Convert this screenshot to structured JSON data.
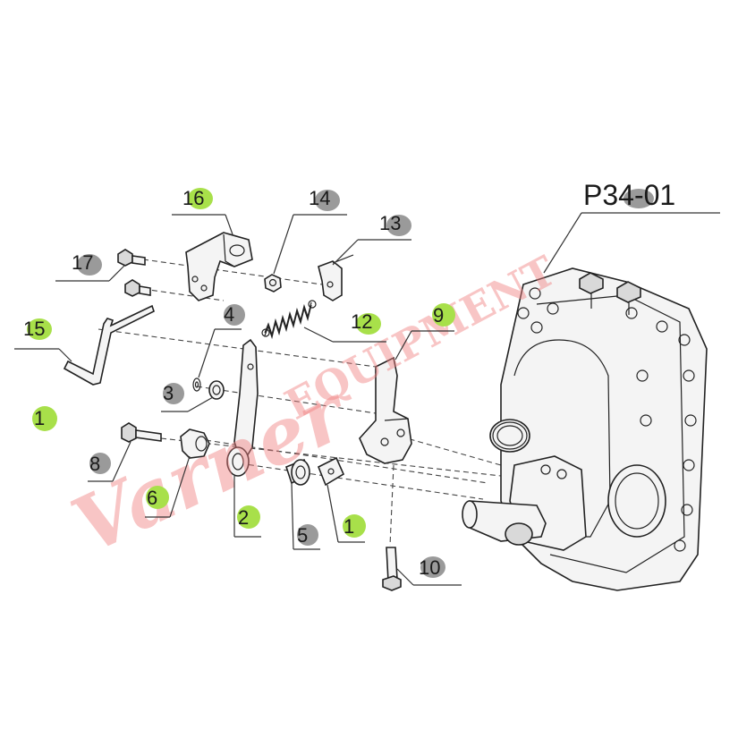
{
  "diagram": {
    "code": "P34-01",
    "watermark": {
      "script": "Varner",
      "block": "EQUIPMENT",
      "color": "#f08080"
    },
    "badge_colors": {
      "green": "#a8e04a",
      "gray": "#9a9a9a"
    },
    "callouts": [
      {
        "id": "c16",
        "label": "16",
        "badge": "green"
      },
      {
        "id": "c14",
        "label": "14",
        "badge": "gray"
      },
      {
        "id": "c13",
        "label": "13",
        "badge": "gray"
      },
      {
        "id": "c17",
        "label": "17",
        "badge": "gray"
      },
      {
        "id": "c4",
        "label": "4",
        "badge": "gray"
      },
      {
        "id": "c12",
        "label": "12",
        "badge": "green"
      },
      {
        "id": "c9",
        "label": "9",
        "badge": "green"
      },
      {
        "id": "c15",
        "label": "15",
        "badge": "green"
      },
      {
        "id": "c3",
        "label": "3",
        "badge": "gray"
      },
      {
        "id": "c1a",
        "label": "1",
        "badge": "green"
      },
      {
        "id": "c8",
        "label": "8",
        "badge": "gray"
      },
      {
        "id": "c6",
        "label": "6",
        "badge": "green"
      },
      {
        "id": "c2",
        "label": "2",
        "badge": "green"
      },
      {
        "id": "c5",
        "label": "5",
        "badge": "gray"
      },
      {
        "id": "c1b",
        "label": "1",
        "badge": "green"
      },
      {
        "id": "c10",
        "label": "10",
        "badge": "gray"
      }
    ]
  }
}
